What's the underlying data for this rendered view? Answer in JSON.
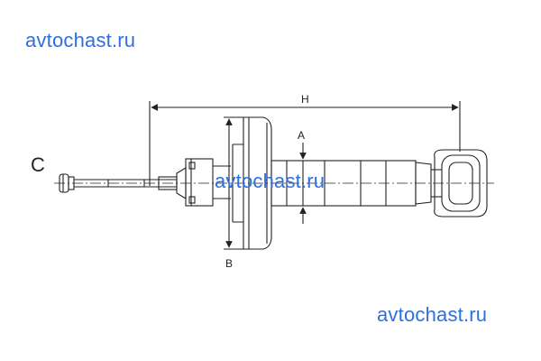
{
  "watermarks": [
    "avtochast.ru",
    "avtochast.ru",
    "avtochast.ru"
  ],
  "labels": {
    "end_c": "C",
    "height": "H",
    "dim_a": "A",
    "dim_b": "B"
  },
  "colors": {
    "line": "#222222",
    "watermark": "#2f6fe0"
  }
}
